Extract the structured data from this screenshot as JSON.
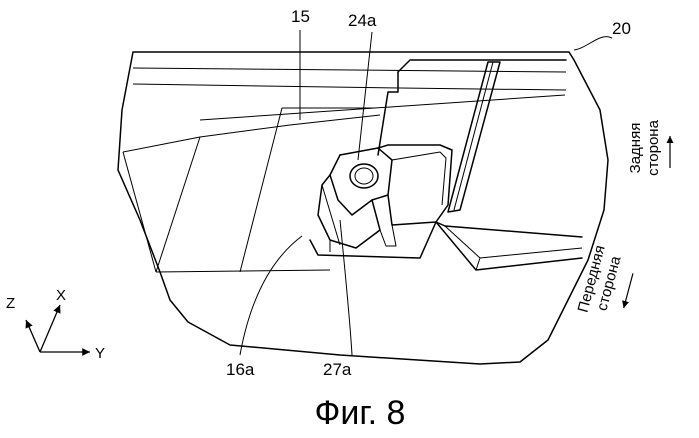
{
  "figure": {
    "caption": "Фиг. 8",
    "labels": {
      "part_15": "15",
      "part_24a": "24a",
      "part_20": "20",
      "part_16a": "16a",
      "part_27a": "27a"
    },
    "directions": {
      "rear_line1": "Задняя",
      "rear_line2": "сторона",
      "front_line1": "Передняя",
      "front_line2": "сторона"
    },
    "axes": {
      "z": "Z",
      "x": "X",
      "y": "Y"
    }
  }
}
